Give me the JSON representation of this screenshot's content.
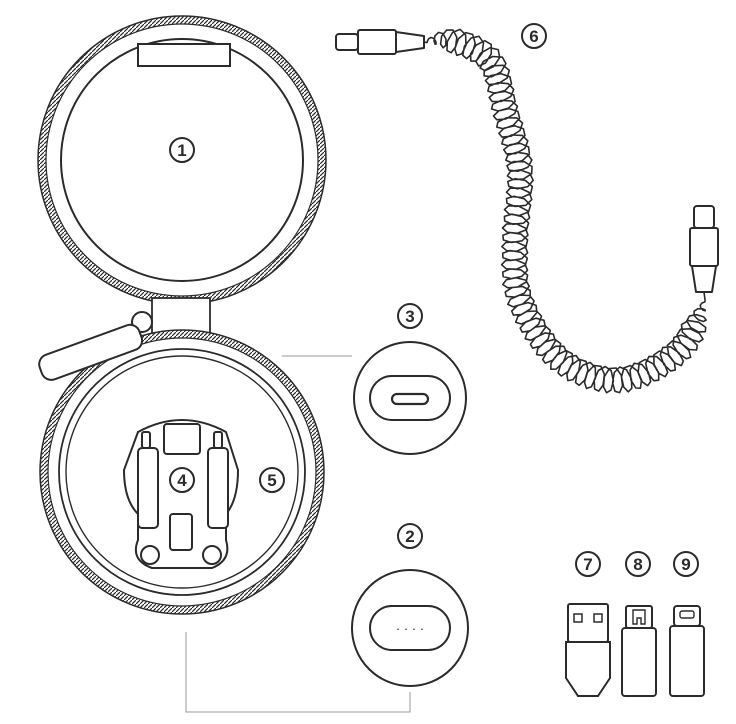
{
  "colors": {
    "stroke": "#2b2b2b",
    "leader": "#9a9a9a",
    "background": "#ffffff"
  },
  "callouts": {
    "c1": "1",
    "c2": "2",
    "c3": "3",
    "c4": "4",
    "c5": "5",
    "c6": "6",
    "c7": "7",
    "c8": "8",
    "c9": "9"
  },
  "port_dots": "· · · ·"
}
